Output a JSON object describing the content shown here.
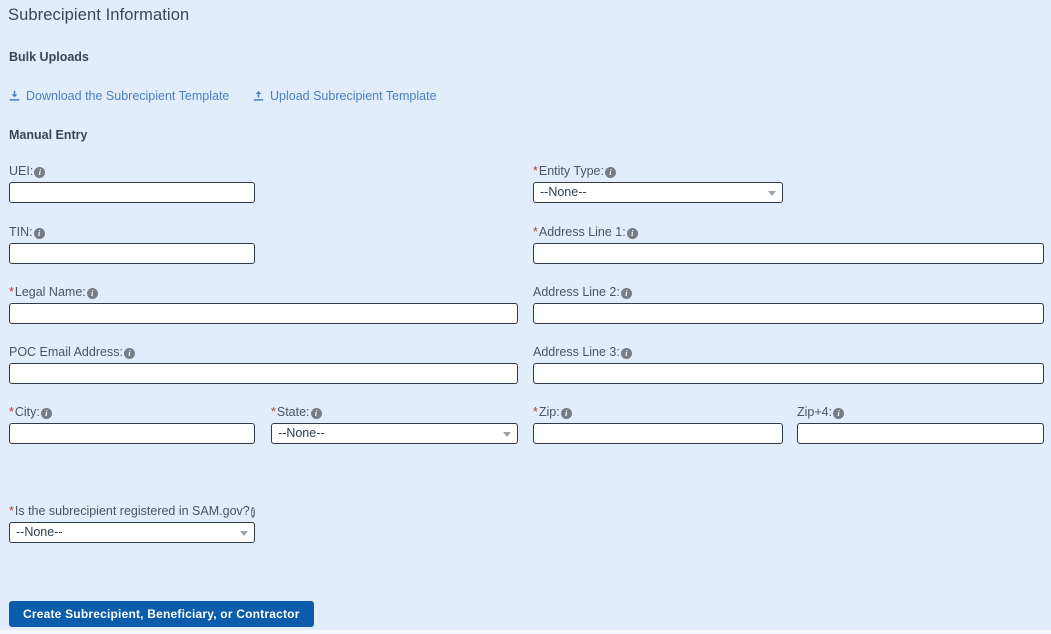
{
  "page": {
    "title": "Subrecipient Information",
    "background_color": "#e2edfb"
  },
  "sections": {
    "bulk_uploads_label": "Bulk Uploads",
    "manual_entry_label": "Manual Entry"
  },
  "links": [
    {
      "label": "Download the Subrecipient Template",
      "icon": "download-icon"
    },
    {
      "label": "Upload Subrecipient Template",
      "icon": "upload-icon"
    }
  ],
  "form": {
    "info_icon_glyph": "i",
    "required_marker": "*",
    "fields": {
      "uei": {
        "label": "UEI:",
        "required": false,
        "value": "",
        "type": "text"
      },
      "entity_type": {
        "label": "Entity Type:",
        "required": true,
        "value": "--None--",
        "type": "select"
      },
      "tin": {
        "label": "TIN:",
        "required": false,
        "value": "",
        "type": "text"
      },
      "address_line_1": {
        "label": "Address Line 1:",
        "required": true,
        "value": "",
        "type": "text"
      },
      "legal_name": {
        "label": "Legal Name:",
        "required": true,
        "value": "",
        "type": "text"
      },
      "address_line_2": {
        "label": "Address Line 2:",
        "required": false,
        "value": "",
        "type": "text"
      },
      "poc_email": {
        "label": "POC Email Address:",
        "required": false,
        "value": "",
        "type": "text"
      },
      "address_line_3": {
        "label": "Address Line 3:",
        "required": false,
        "value": "",
        "type": "text"
      },
      "city": {
        "label": "City:",
        "required": true,
        "value": "",
        "type": "text"
      },
      "state": {
        "label": "State:",
        "required": true,
        "value": "--None--",
        "type": "select"
      },
      "zip": {
        "label": "Zip:",
        "required": true,
        "value": "",
        "type": "text"
      },
      "zip4": {
        "label": "Zip+4:",
        "required": false,
        "value": "",
        "type": "text"
      },
      "sam_registered": {
        "label": "Is the subrecipient registered in SAM.gov?",
        "required": true,
        "value": "--None--",
        "type": "select"
      }
    }
  },
  "actions": {
    "submit_label": "Create Subrecipient, Beneficiary, or Contractor",
    "submit_color": "#0b5cab"
  }
}
